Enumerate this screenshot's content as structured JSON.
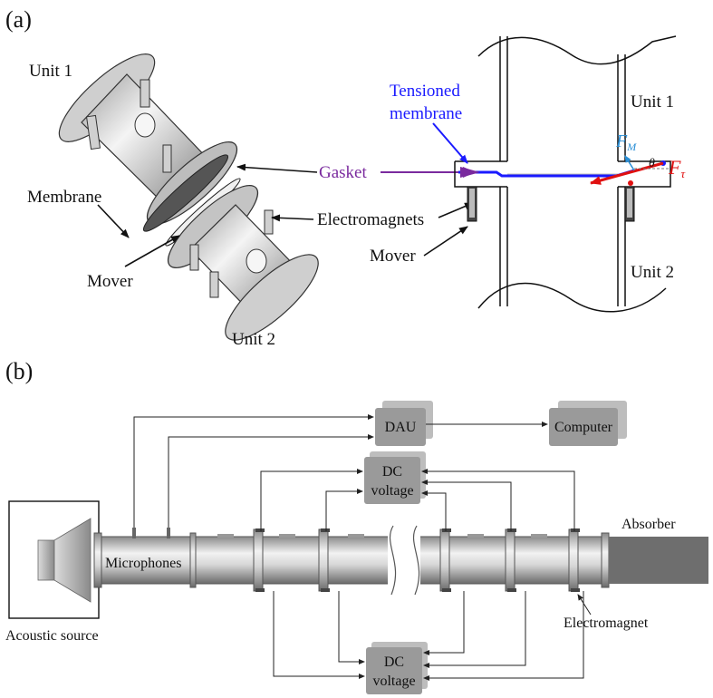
{
  "panel_a": {
    "label": "(a)",
    "unit1": "Unit 1",
    "unit2": "Unit 2",
    "membrane": "Membrane",
    "mover": "Mover",
    "gasket": "Gasket",
    "electromagnets": "Electromagnets",
    "tensioned_line1": "Tensioned",
    "tensioned_line2": "membrane",
    "right_unit1": "Unit 1",
    "right_unit2": "Unit 2",
    "right_mover": "Mover",
    "force_m": "F",
    "force_m_sub": "M",
    "force_t": "F",
    "force_t_sub": "τ",
    "theta": "θ"
  },
  "panel_b": {
    "label": "(b)",
    "dau": "DAU",
    "computer": "Computer",
    "dc_top_line1": "DC",
    "dc_top_line2": "voltage",
    "dc_bottom_line1": "DC",
    "dc_bottom_line2": "voltage",
    "absorber": "Absorber",
    "microphones": "Microphones",
    "acoustic_source": "Acoustic source",
    "electromagnet": "Electromagnet"
  },
  "colors": {
    "tensioned_membrane": "#1a1aff",
    "gasket": "#7a2a9e",
    "force_tension": "#e01010",
    "force_magnetic": "#2a8fd6",
    "box_gray": "#9a9a9a",
    "absorber": "#6e6e6e"
  }
}
